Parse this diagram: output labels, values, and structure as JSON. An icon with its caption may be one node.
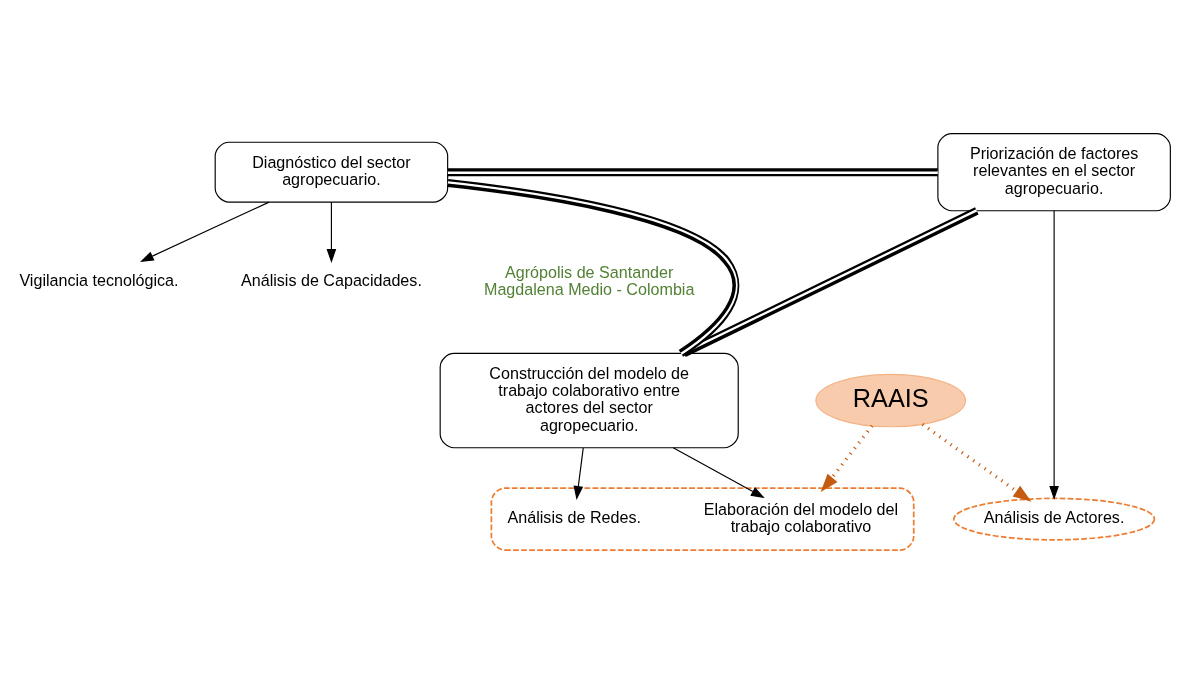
{
  "diagram": {
    "nodes": [
      {
        "text": [
          "Vigilancia tecnológica."
        ]
      },
      {
        "text": [
          "Análisis de Capacidades."
        ]
      },
      {
        "text": [
          "Diagnóstico del sector agropecuario."
        ]
      },
      {
        "text": [
          "Priorización de factores relevantes en el sector agropecuario."
        ]
      },
      {
        "text": [
          "Análisis de Actores."
        ]
      },
      {
        "text": [
          "Construcción del modelo de trabajo colaborativo entre actores del sector agropecuario."
        ]
      },
      {
        "text": [
          "RAAIS"
        ]
      },
      {
        "text": [],
        "shape": "ellipse"
      },
      {
        "text": [
          "Análisis de Redes."
        ],
        "in": 7
      },
      {
        "text": [
          "Elaboración del modelo del trabajo colaborativo"
        ],
        "in": 7
      }
    ],
    "edges": [
      {
        "from": 2,
        "to": 0,
        "arrow": "to"
      },
      {
        "from": 2,
        "to": 1,
        "arrow": "to"
      },
      {
        "from": 2,
        "to": 3,
        "arrow": "none",
        "style": "thick"
      },
      {
        "from": 3,
        "to": 5,
        "arrow": "none",
        "style": "thick"
      },
      {
        "from": 5,
        "to": 2,
        "arrow": "none",
        "style": "thick"
      },
      {
        "from": 3,
        "to": 4,
        "arrow": "to"
      },
      {
        "from": 5,
        "to": 8,
        "arrow": "to"
      },
      {
        "from": 5,
        "to": 9,
        "arrow": "to"
      },
      {
        "from": 6,
        "to": 4,
        "arrow": "to",
        "style": "dashed",
        "color": "#c55a11"
      },
      {
        "from": 6,
        "to": 7,
        "arrow": "to",
        "style": "dashed",
        "color": "#c55a11"
      }
    ],
    "labels": [
      "Agrópolis de Santander Magdalena Medio - Colombia"
    ]
  }
}
